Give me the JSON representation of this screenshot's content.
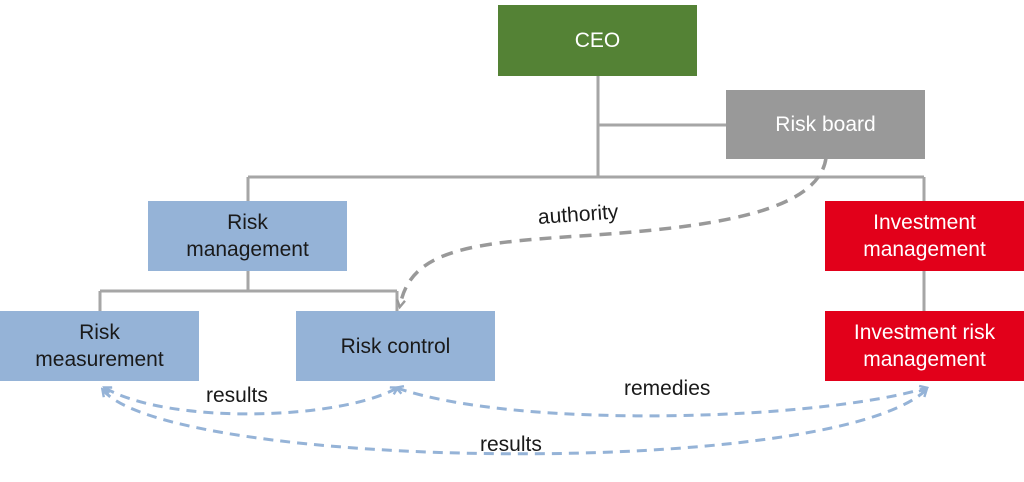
{
  "nodes": {
    "ceo": {
      "lines": [
        "CEO"
      ]
    },
    "risk_board": {
      "lines": [
        "Risk board"
      ]
    },
    "risk_management": {
      "lines": [
        "Risk",
        "management"
      ]
    },
    "investment_management": {
      "lines": [
        "Investment",
        "management"
      ]
    },
    "risk_measurement": {
      "lines": [
        "Risk",
        "measurement"
      ]
    },
    "risk_control": {
      "lines": [
        "Risk control"
      ]
    },
    "investment_risk_management": {
      "lines": [
        "Investment risk",
        "management"
      ]
    }
  },
  "edge_labels": {
    "authority": "authority",
    "results_upper": "results",
    "remedies": "remedies",
    "results_lower": "results"
  },
  "colors": {
    "ceo": "#548235",
    "board": "#999999",
    "risk_unit": "#95b3d7",
    "investment_unit": "#e2001a",
    "connector": "#a6a6a6",
    "authority_arrow": "#999999",
    "flow_arrow": "#95b3d7"
  }
}
